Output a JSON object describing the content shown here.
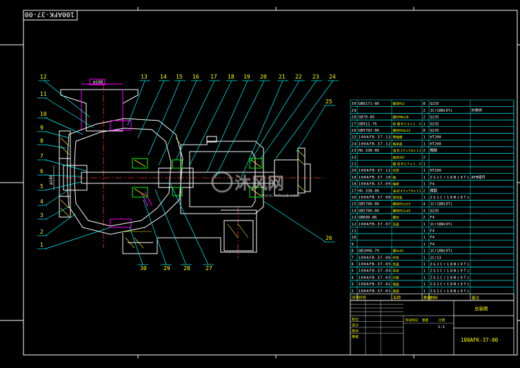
{
  "drawing": {
    "code_rotated": "100AFK-37-00",
    "code": "100AFK-37-00",
    "watermark_main": "沐风网",
    "watermark_sub": "www.mfcad.com",
    "dim_top": "ø180",
    "dim_left": "ø140"
  },
  "callouts_top": [
    "12",
    "13",
    "14",
    "15",
    "16",
    "17",
    "18",
    "19",
    "20",
    "21",
    "22",
    "23",
    "24"
  ],
  "callouts_left": [
    "11",
    "10",
    "9",
    "8",
    "7",
    "6",
    "5",
    "4",
    "3",
    "2",
    "1"
  ],
  "callouts_right": [
    "25",
    "26"
  ],
  "callouts_bottom": [
    "30",
    "29",
    "28",
    "27"
  ],
  "bom": {
    "rows": [
      {
        "no": "30",
        "code": "GB6171-86",
        "name": "螺母M12",
        "qty": "8",
        "mat": "Q235",
        "note": ""
      },
      {
        "no": "29",
        "code": "",
        "name": "",
        "qty": "2",
        "mat": "1Cr18Ni9Ti",
        "note": "外购件"
      },
      {
        "no": "28",
        "code": "GB70-85",
        "name": "螺钉M8x20",
        "qty": "2",
        "mat": "Q235",
        "note": ""
      },
      {
        "no": "27",
        "code": "GB912-76",
        "name": "垫圈M33x1.5",
        "qty": "1",
        "mat": "Q235",
        "note": ""
      },
      {
        "no": "26",
        "code": "GB5783-86",
        "name": "螺栓M10x22",
        "qty": "8",
        "mat": "Q235",
        "note": ""
      },
      {
        "no": "25",
        "code": "100AFB-37-13",
        "name": "联轴器",
        "qty": "1",
        "mat": "HT200",
        "note": ""
      },
      {
        "no": "24",
        "code": "100AFB-37-12",
        "name": "轴承盖",
        "qty": "1",
        "mat": "HT200",
        "note": ""
      },
      {
        "no": "23",
        "code": "HG-338-86",
        "name": "油封35x50x12",
        "qty": "2",
        "mat": "橡胶",
        "note": ""
      },
      {
        "no": "22",
        "code": "",
        "name": "轴承307",
        "qty": "2",
        "mat": "",
        "note": ""
      },
      {
        "no": "21",
        "code": "",
        "name": "螺母M27x1.5",
        "qty": "1",
        "mat": "",
        "note": ""
      },
      {
        "no": "20",
        "code": "100AFB-37-11",
        "name": "托架",
        "qty": "1",
        "mat": "HT200",
        "note": ""
      },
      {
        "no": "19",
        "code": "100AFB-37-10",
        "name": "轴",
        "qty": "1",
        "mat": "ZG1Cr18Ni9Ti",
        "note": "AFB组件"
      },
      {
        "no": "18",
        "code": "100AFB-37-09",
        "name": "轴套",
        "qty": "1",
        "mat": "F4",
        "note": ""
      },
      {
        "no": "17",
        "code": "HG-338-86",
        "name": "油封45x70x12",
        "qty": "2",
        "mat": "橡胶",
        "note": ""
      },
      {
        "no": "16",
        "code": "100AFB-37-08",
        "name": "密封盒",
        "qty": "1",
        "mat": "ZG1Cr18Ni9Ti",
        "note": ""
      },
      {
        "no": "15",
        "code": "GB5780-86",
        "name": "螺栓M12x25",
        "qty": "4",
        "mat": "1Cr18Ni9Ti",
        "note": ""
      },
      {
        "no": "14",
        "code": "GB5780-86",
        "name": "螺栓M12x45",
        "qty": "4",
        "mat": "Q235",
        "note": ""
      },
      {
        "no": "13",
        "code": "GB898-86",
        "name": "螺柱",
        "qty": "2",
        "mat": "F4",
        "note": ""
      },
      {
        "no": "12",
        "code": "100AFB-37-07",
        "name": "压盖",
        "qty": "1",
        "mat": "1Cr18Ni9Ti",
        "note": ""
      },
      {
        "no": "11",
        "code": "",
        "name": "",
        "qty": "1",
        "mat": "F4",
        "note": ""
      },
      {
        "no": "10",
        "code": "",
        "name": "",
        "qty": "1",
        "mat": "F4",
        "note": ""
      },
      {
        "no": "9",
        "code": "",
        "name": "",
        "qty": "1",
        "mat": "F4",
        "note": ""
      },
      {
        "no": "8",
        "code": "GB1096-79",
        "name": "键8x45",
        "qty": "1",
        "mat": "1Cr18Ni9Ti",
        "note": ""
      },
      {
        "no": "7",
        "code": "100AFB-37-06",
        "name": "叶轮",
        "qty": "1",
        "mat": "2Cr13",
        "note": ""
      },
      {
        "no": "6",
        "code": "100AFB-37-05",
        "name": "泵盖",
        "qty": "1",
        "mat": "ZG1Cr18Ni9Ti",
        "note": ""
      },
      {
        "no": "5",
        "code": "100AFB-37-04",
        "name": "泵体",
        "qty": "1",
        "mat": "ZG1Cr18Ni9Ti",
        "note": ""
      },
      {
        "no": "4",
        "code": "100AFB-37-03",
        "name": "衬套",
        "qty": "1",
        "mat": "ZG1Cr18Ni9Ti",
        "note": ""
      },
      {
        "no": "3",
        "code": "100AFB-37-02",
        "name": "端盖",
        "qty": "1",
        "mat": "ZG1Cr18Ni9Ti",
        "note": ""
      },
      {
        "no": "2",
        "code": "100AFB-37-01",
        "name": "底座",
        "qty": "1",
        "mat": "ZG1Cr18Ni9Ti",
        "note": ""
      }
    ],
    "header": {
      "no": "序号",
      "code": "代号",
      "name": "名称",
      "qty": "数量",
      "mat": "材料",
      "note": "备注"
    },
    "title": "总装图",
    "tb_left": [
      "标记",
      "设计",
      "校对",
      "审核"
    ],
    "tb_mid": [
      "阶段标记",
      "重量",
      "比例"
    ],
    "tb_scale": "1:1"
  }
}
